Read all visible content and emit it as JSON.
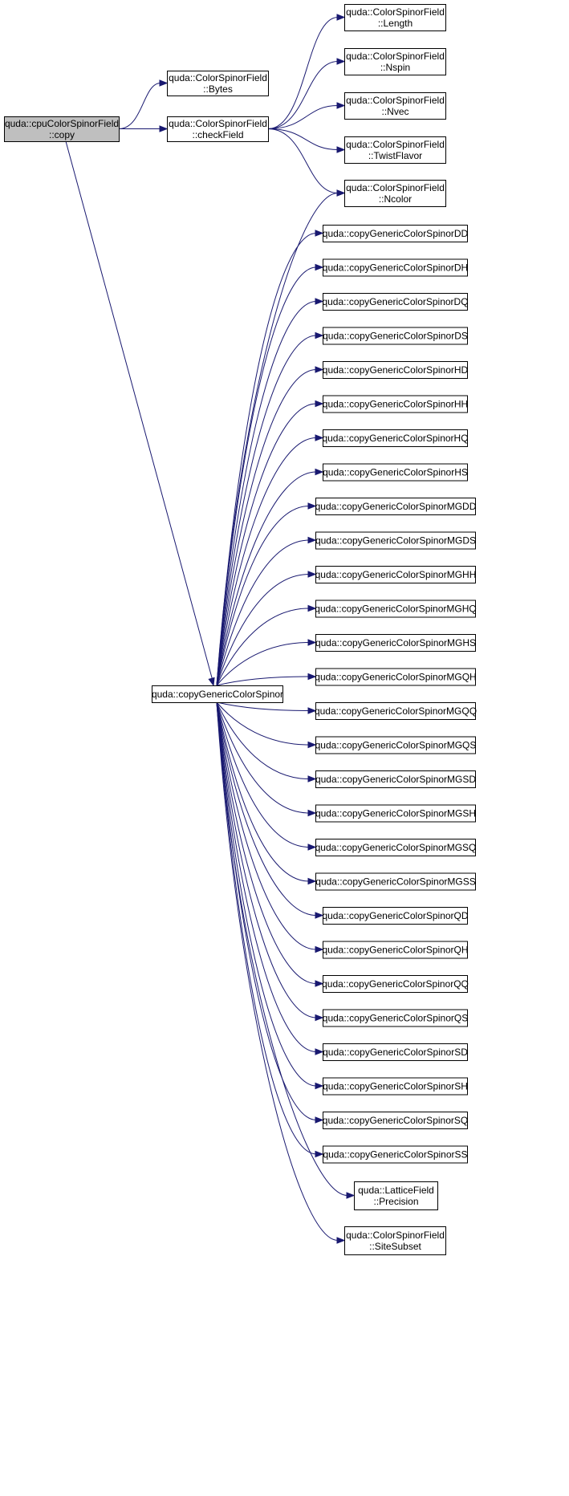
{
  "colors": {
    "edge": "#191970",
    "root_fill": "#bfbfbf",
    "node_fill": "#ffffff",
    "node_border": "#000000"
  },
  "nodes": [
    {
      "id": "root",
      "lines": [
        "quda::cpuColorSpinorField",
        "::copy"
      ]
    },
    {
      "id": "bytes",
      "lines": [
        "quda::ColorSpinorField",
        "::Bytes"
      ]
    },
    {
      "id": "checkField",
      "lines": [
        "quda::ColorSpinorField",
        "::checkField"
      ]
    },
    {
      "id": "length",
      "lines": [
        "quda::ColorSpinorField",
        "::Length"
      ]
    },
    {
      "id": "nspin",
      "lines": [
        "quda::ColorSpinorField",
        "::Nspin"
      ]
    },
    {
      "id": "nvec",
      "lines": [
        "quda::ColorSpinorField",
        "::Nvec"
      ]
    },
    {
      "id": "twistFlavor",
      "lines": [
        "quda::ColorSpinorField",
        "::TwistFlavor"
      ]
    },
    {
      "id": "ncolor",
      "lines": [
        "quda::ColorSpinorField",
        "::Ncolor"
      ]
    },
    {
      "id": "cgcs",
      "lines": [
        "quda::copyGenericColorSpinor"
      ]
    },
    {
      "id": "DD",
      "lines": [
        "quda::copyGenericColorSpinorDD"
      ]
    },
    {
      "id": "DH",
      "lines": [
        "quda::copyGenericColorSpinorDH"
      ]
    },
    {
      "id": "DQ",
      "lines": [
        "quda::copyGenericColorSpinorDQ"
      ]
    },
    {
      "id": "DS",
      "lines": [
        "quda::copyGenericColorSpinorDS"
      ]
    },
    {
      "id": "HD",
      "lines": [
        "quda::copyGenericColorSpinorHD"
      ]
    },
    {
      "id": "HH",
      "lines": [
        "quda::copyGenericColorSpinorHH"
      ]
    },
    {
      "id": "HQ",
      "lines": [
        "quda::copyGenericColorSpinorHQ"
      ]
    },
    {
      "id": "HS",
      "lines": [
        "quda::copyGenericColorSpinorHS"
      ]
    },
    {
      "id": "MGDD",
      "lines": [
        "quda::copyGenericColorSpinorMGDD"
      ]
    },
    {
      "id": "MGDS",
      "lines": [
        "quda::copyGenericColorSpinorMGDS"
      ]
    },
    {
      "id": "MGHH",
      "lines": [
        "quda::copyGenericColorSpinorMGHH"
      ]
    },
    {
      "id": "MGHQ",
      "lines": [
        "quda::copyGenericColorSpinorMGHQ"
      ]
    },
    {
      "id": "MGHS",
      "lines": [
        "quda::copyGenericColorSpinorMGHS"
      ]
    },
    {
      "id": "MGQH",
      "lines": [
        "quda::copyGenericColorSpinorMGQH"
      ]
    },
    {
      "id": "MGQQ",
      "lines": [
        "quda::copyGenericColorSpinorMGQQ"
      ]
    },
    {
      "id": "MGQS",
      "lines": [
        "quda::copyGenericColorSpinorMGQS"
      ]
    },
    {
      "id": "MGSD",
      "lines": [
        "quda::copyGenericColorSpinorMGSD"
      ]
    },
    {
      "id": "MGSH",
      "lines": [
        "quda::copyGenericColorSpinorMGSH"
      ]
    },
    {
      "id": "MGSQ",
      "lines": [
        "quda::copyGenericColorSpinorMGSQ"
      ]
    },
    {
      "id": "MGSS",
      "lines": [
        "quda::copyGenericColorSpinorMGSS"
      ]
    },
    {
      "id": "QD",
      "lines": [
        "quda::copyGenericColorSpinorQD"
      ]
    },
    {
      "id": "QH",
      "lines": [
        "quda::copyGenericColorSpinorQH"
      ]
    },
    {
      "id": "QQ",
      "lines": [
        "quda::copyGenericColorSpinorQQ"
      ]
    },
    {
      "id": "QS",
      "lines": [
        "quda::copyGenericColorSpinorQS"
      ]
    },
    {
      "id": "SD",
      "lines": [
        "quda::copyGenericColorSpinorSD"
      ]
    },
    {
      "id": "SH",
      "lines": [
        "quda::copyGenericColorSpinorSH"
      ]
    },
    {
      "id": "SQ",
      "lines": [
        "quda::copyGenericColorSpinorSQ"
      ]
    },
    {
      "id": "SS",
      "lines": [
        "quda::copyGenericColorSpinorSS"
      ]
    },
    {
      "id": "precision",
      "lines": [
        "quda::LatticeField",
        "::Precision"
      ]
    },
    {
      "id": "siteSubset",
      "lines": [
        "quda::ColorSpinorField",
        "::SiteSubset"
      ]
    }
  ],
  "edges": [
    [
      "root",
      "bytes"
    ],
    [
      "root",
      "checkField"
    ],
    [
      "root",
      "cgcs"
    ],
    [
      "checkField",
      "length"
    ],
    [
      "checkField",
      "nspin"
    ],
    [
      "checkField",
      "nvec"
    ],
    [
      "checkField",
      "twistFlavor"
    ],
    [
      "checkField",
      "ncolor"
    ],
    [
      "cgcs",
      "ncolor"
    ],
    [
      "cgcs",
      "DD"
    ],
    [
      "cgcs",
      "DH"
    ],
    [
      "cgcs",
      "DQ"
    ],
    [
      "cgcs",
      "DS"
    ],
    [
      "cgcs",
      "HD"
    ],
    [
      "cgcs",
      "HH"
    ],
    [
      "cgcs",
      "HQ"
    ],
    [
      "cgcs",
      "HS"
    ],
    [
      "cgcs",
      "MGDD"
    ],
    [
      "cgcs",
      "MGDS"
    ],
    [
      "cgcs",
      "MGHH"
    ],
    [
      "cgcs",
      "MGHQ"
    ],
    [
      "cgcs",
      "MGHS"
    ],
    [
      "cgcs",
      "MGQH"
    ],
    [
      "cgcs",
      "MGQQ"
    ],
    [
      "cgcs",
      "MGQS"
    ],
    [
      "cgcs",
      "MGSD"
    ],
    [
      "cgcs",
      "MGSH"
    ],
    [
      "cgcs",
      "MGSQ"
    ],
    [
      "cgcs",
      "MGSS"
    ],
    [
      "cgcs",
      "QD"
    ],
    [
      "cgcs",
      "QH"
    ],
    [
      "cgcs",
      "QQ"
    ],
    [
      "cgcs",
      "QS"
    ],
    [
      "cgcs",
      "SD"
    ],
    [
      "cgcs",
      "SH"
    ],
    [
      "cgcs",
      "SQ"
    ],
    [
      "cgcs",
      "SS"
    ],
    [
      "cgcs",
      "precision"
    ],
    [
      "cgcs",
      "siteSubset"
    ]
  ]
}
